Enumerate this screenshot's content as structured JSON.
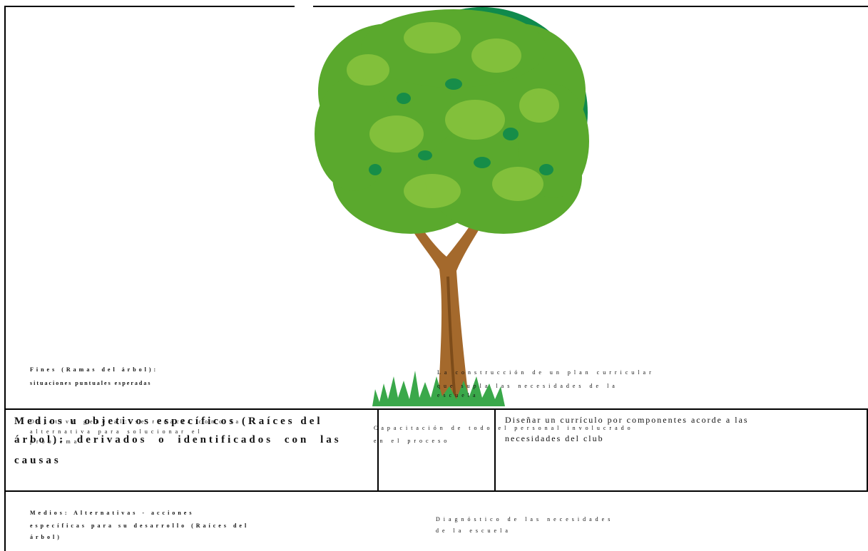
{
  "fines": {
    "label_line1": "Fines (Ramas del árbol):",
    "label_line2": "situaciones puntuales esperadas",
    "fin_1_line1": "La construcción de un plan curricular",
    "fin_1_line2": "que supla las necesidades de la",
    "fin_1_line3": "escuela"
  },
  "objetivo": {
    "ghost_line1": "Objetivo general: se redacta como la",
    "ghost_line2": "alternativa para solucionar el",
    "ghost_line3": "problema",
    "overlay_line1": "Medios u objetivos específicos (Raíces del",
    "overlay_line2": "árbol): derivados o identificados con las",
    "overlay_line3": "causas"
  },
  "center": {
    "line1": "Capacitación de todo el personal involucrado",
    "line2": "en el proceso"
  },
  "right_box": {
    "line1": "Diseñar un currículo por componentes acorde a las",
    "line2": "necesidades del club"
  },
  "medios": {
    "label_line1": "Medios: Alternativas - acciones",
    "label_line2": "específicas para su desarrollo (Raíces del",
    "label_line3": "árbol)",
    "item_line1": "Diagnóstico de las necesidades",
    "item_line2": "de la escuela"
  }
}
